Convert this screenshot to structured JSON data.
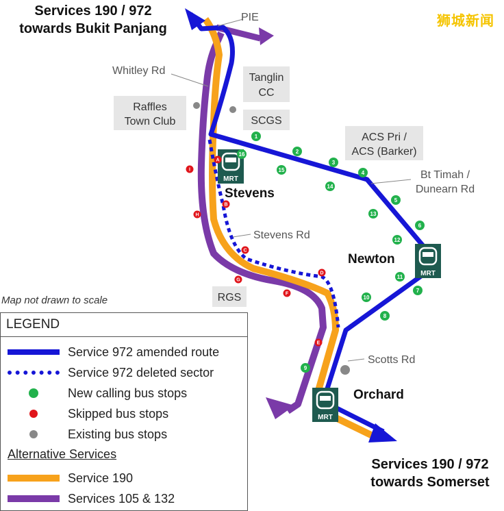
{
  "watermark": "狮城新闻",
  "headers": {
    "top_line1": "Services 190 / 972",
    "top_line2": "towards Bukit Panjang",
    "bottom_line1": "Services 190 / 972",
    "bottom_line2": "towards Somerset"
  },
  "places": {
    "pie": "PIE",
    "whitley": "Whitley Rd",
    "tanglin_line1": "Tanglin",
    "tanglin_line2": "CC",
    "raffles_line1": "Raffles",
    "raffles_line2": "Town Club",
    "scgs": "SCGS",
    "acs_line1": "ACS Pri /",
    "acs_line2": "ACS (Barker)",
    "bt_timah_line1": "Bt Timah /",
    "bt_timah_line2": "Dunearn Rd",
    "stevens_rd": "Stevens Rd",
    "rgs": "RGS",
    "scotts": "Scotts Rd"
  },
  "stations": {
    "stevens": "Stevens",
    "newton": "Newton",
    "orchard": "Orchard",
    "mrt": "MRT"
  },
  "note": "Map not drawn to scale",
  "new_stops": [
    "1",
    "2",
    "3",
    "4",
    "5",
    "6",
    "7",
    "8",
    "9",
    "10",
    "11",
    "12",
    "13",
    "14",
    "15",
    "16"
  ],
  "skipped_stops": [
    "A",
    "B",
    "C",
    "D",
    "E",
    "F",
    "G",
    "H",
    "I"
  ],
  "legend": {
    "title": "LEGEND",
    "amended": "Service 972 amended route",
    "deleted": "Service 972 deleted sector",
    "new_stops": "New calling bus stops",
    "skipped": "Skipped bus stops",
    "existing": "Existing bus stops",
    "alt_heading": "Alternative Services",
    "svc190": "Service 190",
    "svc105": "Services 105 & 132"
  },
  "colors": {
    "blue": "#1616d6",
    "orange": "#f7a21b",
    "purple": "#7a3aa8",
    "green": "#22b14c",
    "red": "#e0151b",
    "grey": "#888888",
    "mrt": "#1e5a4f",
    "label_box": "#e6e6e6"
  }
}
